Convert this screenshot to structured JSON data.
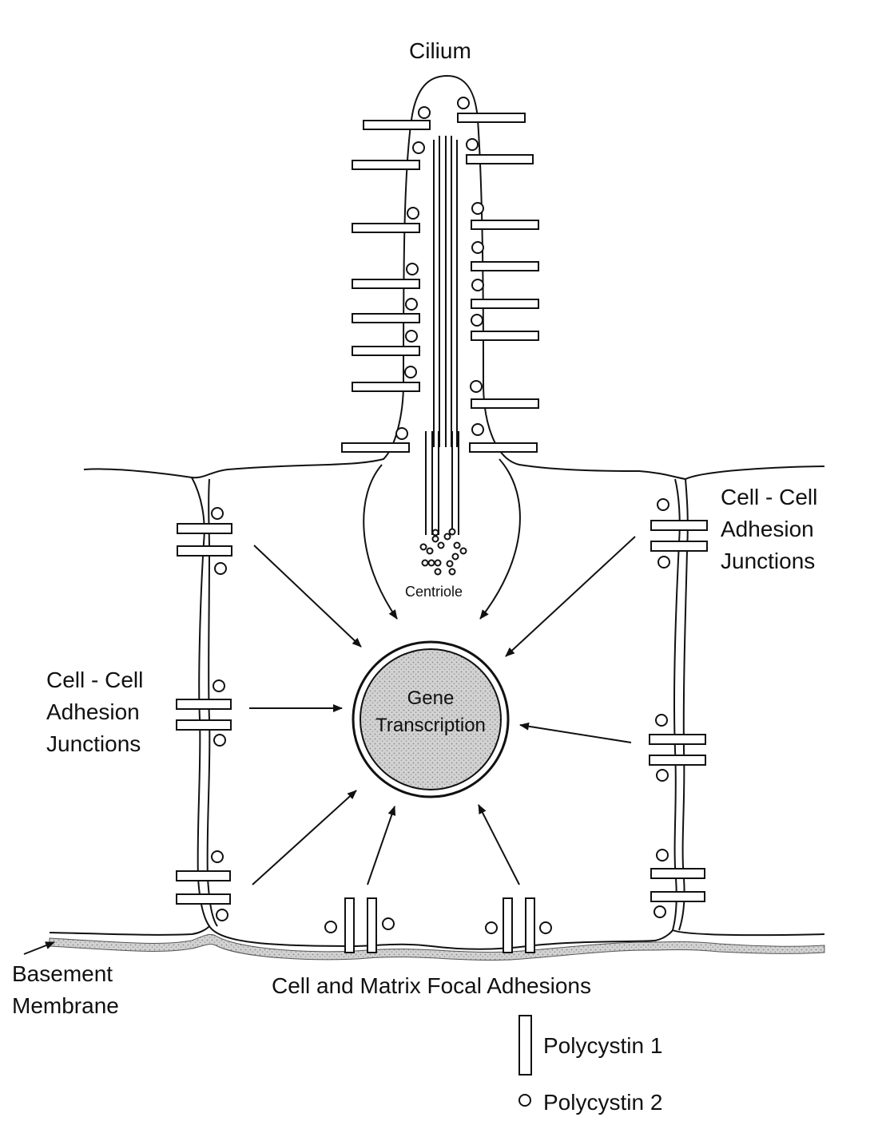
{
  "labels": {
    "cilium": "Cilium",
    "centriole": "Centriole",
    "gene_line1": "Gene",
    "gene_line2": "Transcription",
    "junctions_right": [
      "Cell - Cell",
      "Adhesion",
      "Junctions"
    ],
    "junctions_left": [
      "Cell - Cell",
      "Adhesion",
      "Junctions"
    ],
    "basement": [
      "Basement",
      "Membrane"
    ],
    "focal": "Cell and Matrix Focal Adhesions"
  },
  "legend": {
    "polycystin1": "Polycystin 1",
    "polycystin2": "Polycystin 2"
  },
  "colors": {
    "line": "#111111",
    "nucleus_fill": "#c8c8c8",
    "basement": "#8a8a8a"
  }
}
